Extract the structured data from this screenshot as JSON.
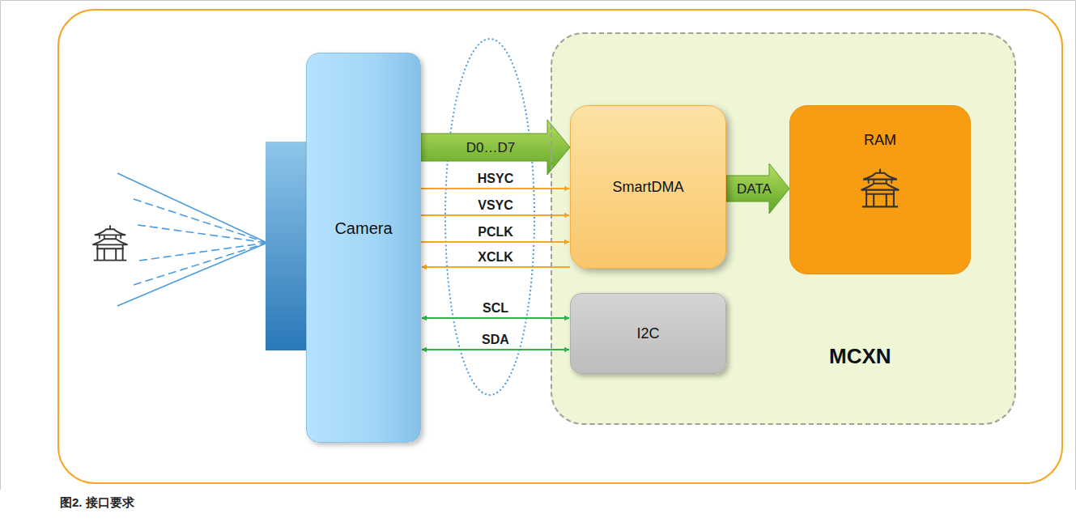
{
  "diagram": {
    "caption": "图2. 接口要求",
    "nodes": [
      {
        "text": [
          "Camera"
        ]
      },
      {
        "text": [
          "MCXN"
        ]
      },
      {
        "text": [
          "SmartDMA"
        ],
        "in": 1
      },
      {
        "text": [
          "RAM"
        ],
        "in": 1
      },
      {
        "text": [
          "I2C"
        ],
        "in": 1
      }
    ],
    "edges": [
      {
        "from": 0,
        "to": 2,
        "label": "D0…D7",
        "arrow": "to"
      },
      {
        "from": 0,
        "to": 2,
        "label": "HSYC",
        "arrow": "to"
      },
      {
        "from": 0,
        "to": 2,
        "label": "VSYC",
        "arrow": "to"
      },
      {
        "from": 0,
        "to": 2,
        "label": "PCLK",
        "arrow": "to"
      },
      {
        "from": 2,
        "to": 0,
        "label": "XCLK",
        "arrow": "to"
      },
      {
        "from": 0,
        "to": 4,
        "label": "SCL",
        "arrow": "both"
      },
      {
        "from": 0,
        "to": 4,
        "label": "SDA",
        "arrow": "both"
      },
      {
        "from": 2,
        "to": 3,
        "label": "DATA",
        "arrow": "to"
      }
    ]
  }
}
